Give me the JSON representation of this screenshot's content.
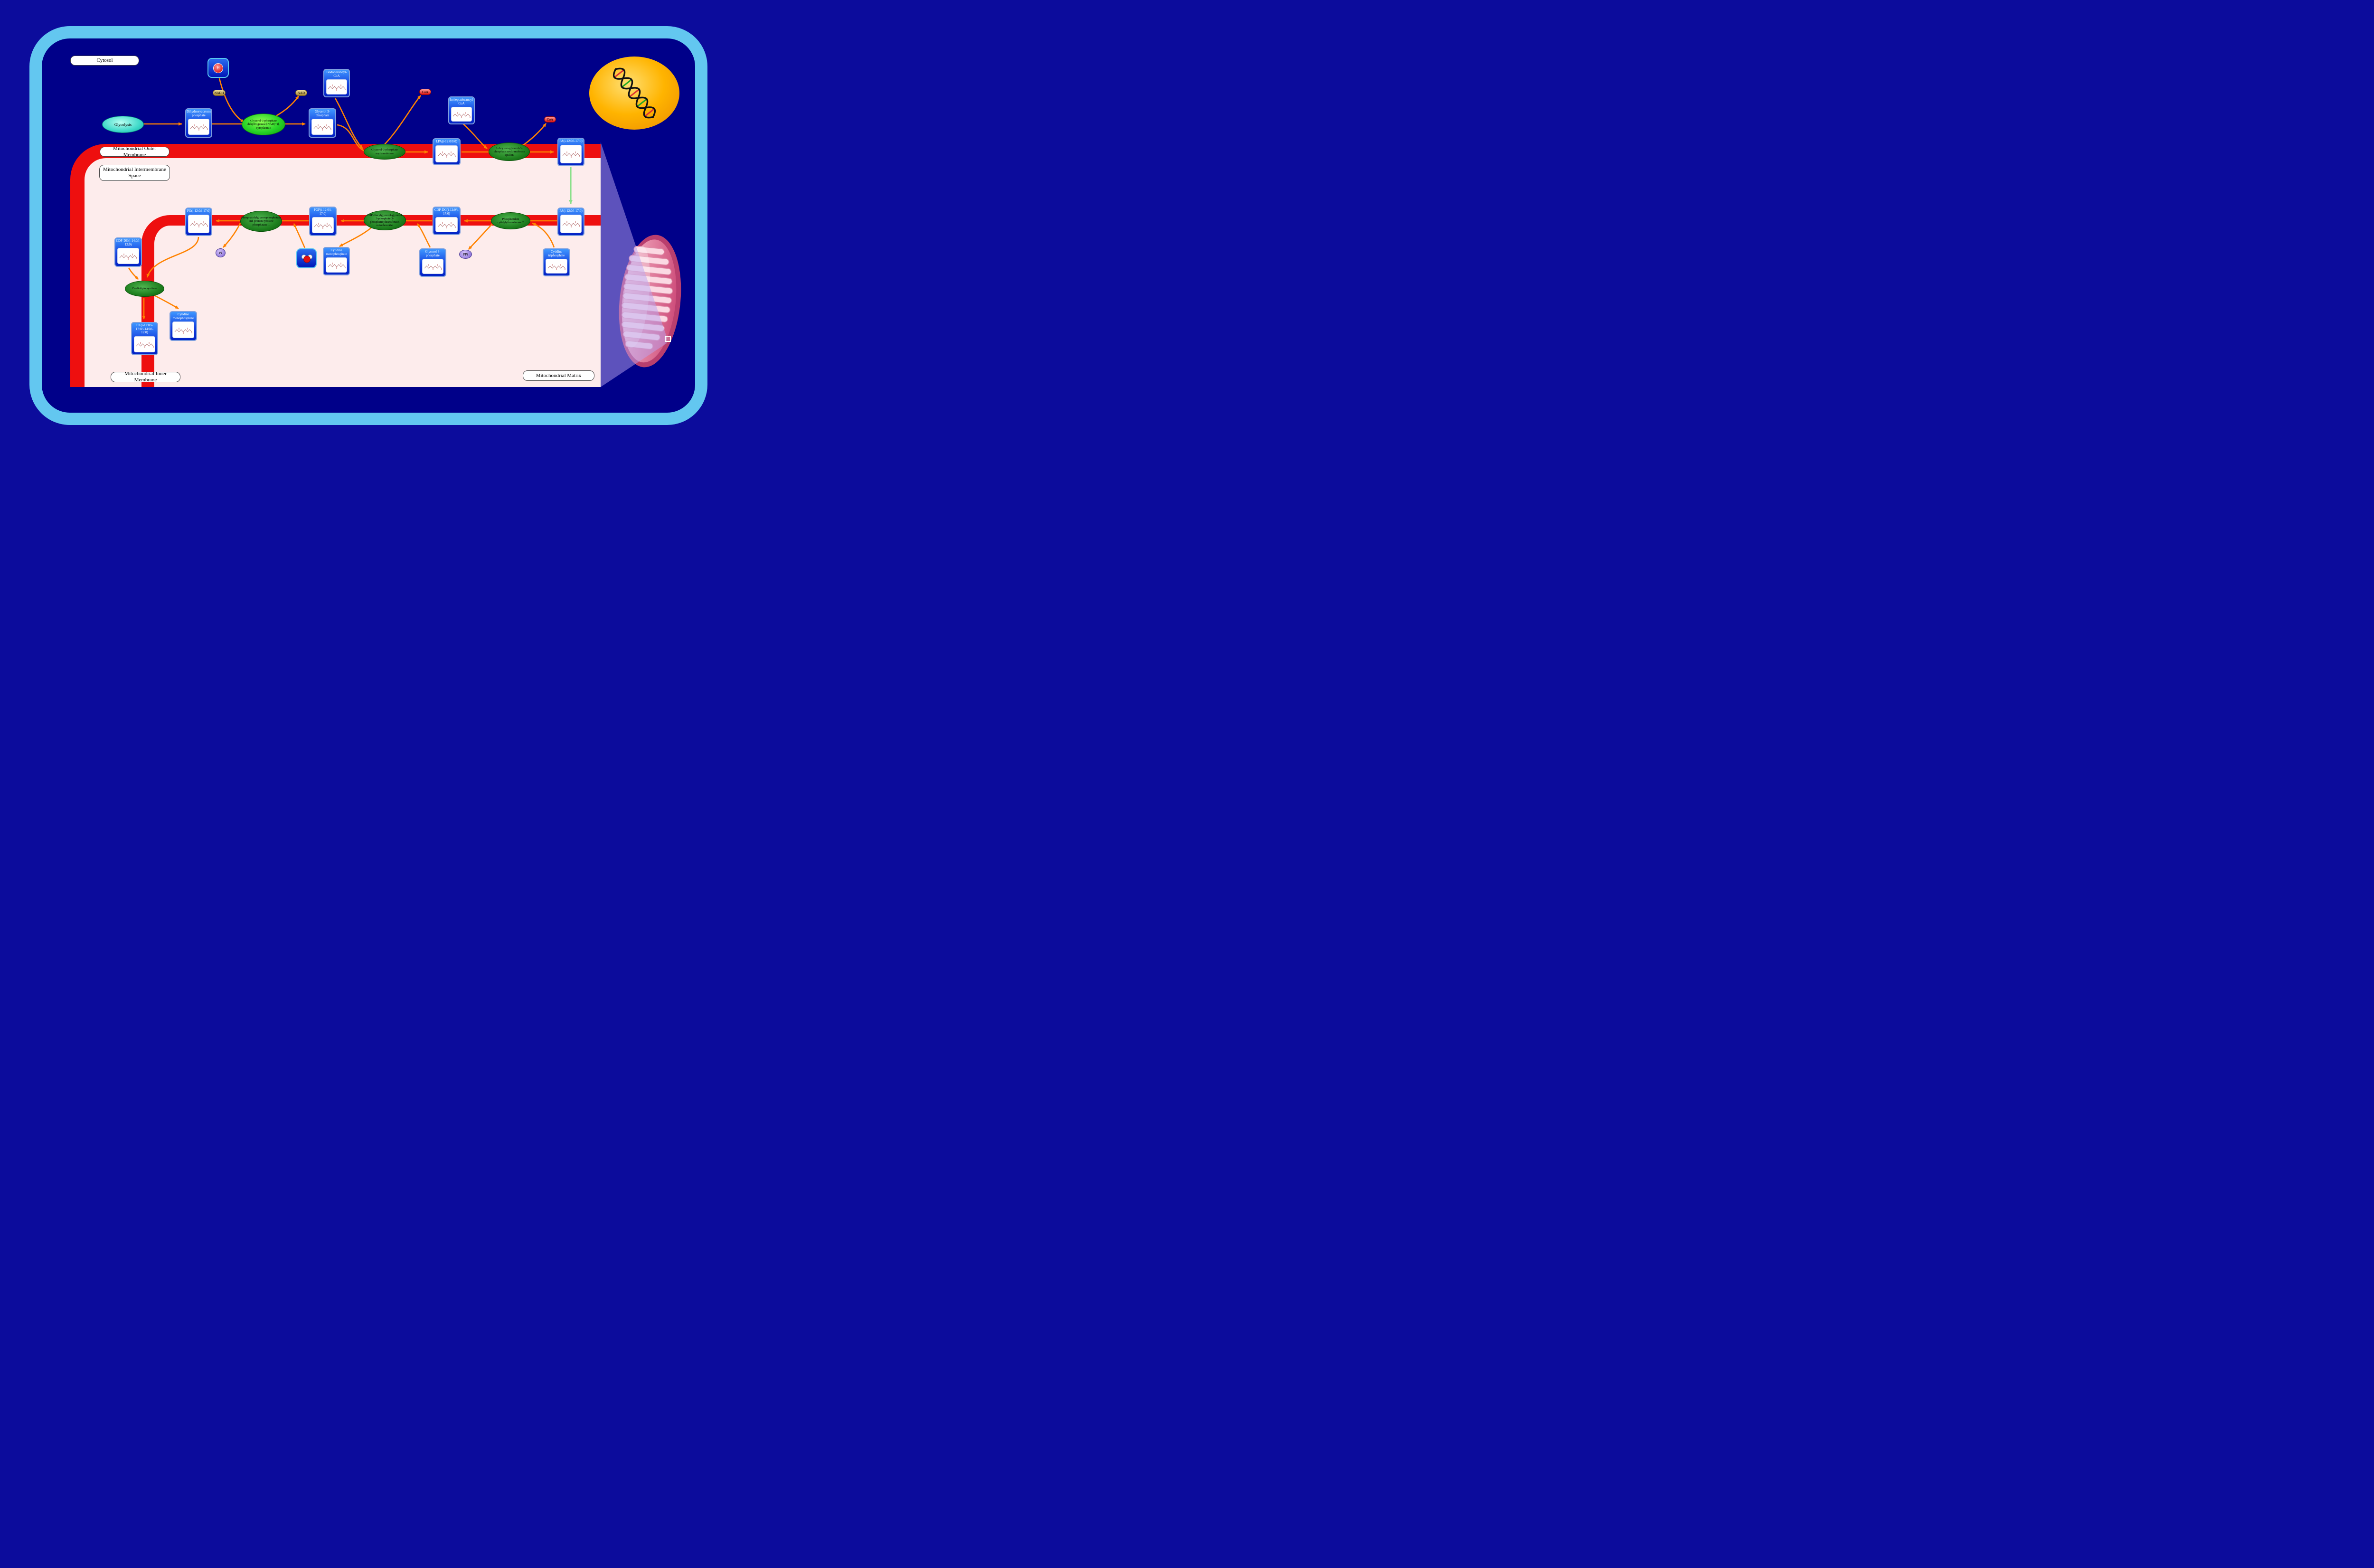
{
  "compartments": {
    "cytosol": "Cytosol",
    "outer_membrane": "Mitochondrial Outer Membrane",
    "intermembrane_space": "Mitochondrial Intermembrane Space",
    "inner_membrane": "Mitochondrial Inner Membrane",
    "matrix": "Mitochondrial Matrix"
  },
  "pathway": {
    "glycolysis": "Glycolysis",
    "metabolites": {
      "dhap": "Dihydroxyacetone phosphate",
      "g3p_cytosol": "Glycerol 3-phosphate",
      "isododecanoyl_coa": "Isododecanoyl-CoA",
      "lpa": "LPA(i-12:0/0:0)",
      "isoheptadecanoyl_coa": "Isoheptadecanoyl-CoA",
      "pa_cytosol": "PA(i-12:0/i-17:0)",
      "pa_membrane": "PA(i-12:0/i-17:0)",
      "cdp_dg_1": "CDP-DG(i-12:0/i-17:0)",
      "pgp": "PGP(i-12:0/i-17:0)",
      "pg": "PG(i-12:0/i-17:0)",
      "cdp_dg_2": "CDP-DG(i-14:0/i-12:0)",
      "ctp": "Cytidine triphosphate",
      "g3p_matrix": "Glycerol 3-phosphate",
      "cmp_1": "Cytidine monophosphate",
      "cmp_2": "Cytidine monophosphate",
      "cl": "CL(i-12:0/i-17:0/i-14:0/i-12:0)"
    },
    "enzymes": {
      "gpd": "Glycerol-3-phosphate dehydrogenase [NAD(+)], cytoplasmic",
      "gpat": "Glycerol-3-phosphate acyltransferase",
      "agpat": "1-Acyl-sn-glycerol-3-phosphate acyltransferase epsilon",
      "cds2": "Phosphatidate cytidylyltransferase 2",
      "pgs1": "CDP-diacylglycerol-glycerol-3-phosphate 3-phosphatidyltransferase, mitochondrial",
      "ptpmt1": "Phosphatidylglycerophosphatase and protein-tyrosine phosphatase 1",
      "cls": "Cardiolipin synthase"
    },
    "small_molecules": {
      "nadh": "NADH",
      "nad": "NAD",
      "h_plus": "H",
      "coa_1": "CoA",
      "coa_2": "CoA",
      "ppi": "PPi",
      "pi": "Pi",
      "h2o": "H2O"
    }
  },
  "colors": {
    "background_outside": "#0c0c9c",
    "cytosol_fill": "#000089",
    "cell_membrane": "#63c7f0",
    "mitochondrial_membrane": "#ee0f0f",
    "mitochondrion_interior": "#fdecec",
    "metabolite_node": "#1440e0",
    "enzyme_node": "#1e7f1e",
    "arrow": "#ff8200",
    "transport_arrow": "#8ae08a",
    "nucleus": "#ffb400",
    "mitochondrion_illustration": "#d4567f"
  }
}
